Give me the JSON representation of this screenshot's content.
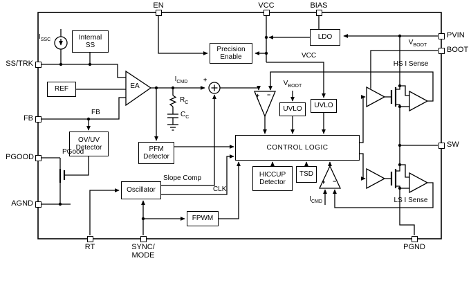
{
  "colors": {
    "line": "#000000",
    "background": "#ffffff"
  },
  "pins": {
    "en": "EN",
    "vcc": "VCC",
    "bias": "BIAS",
    "pvin": "PVIN",
    "boot": "BOOT",
    "sw": "SW",
    "pgnd": "PGND",
    "sync_line1": "SYNC/",
    "sync_line2": "MODE",
    "rt": "RT",
    "agnd": "AGND",
    "pgood": "PGOOD",
    "fb": "FB",
    "ss_trk": "SS/TRK"
  },
  "blocks": {
    "internal_ss": "Internal SS",
    "ref": "REF",
    "ea": "EA",
    "ov_uv": "OV/UV Detector",
    "pfm": "PFM Detector",
    "precision_enable": "Precision Enable",
    "ldo": "LDO",
    "uvlo_left": "UVLO",
    "uvlo_right": "UVLO",
    "control_logic": "CONTROL LOGIC",
    "hiccup": "HICCUP Detector",
    "tsd": "TSD",
    "oscillator": "Oscillator",
    "fpwm": "FPWM"
  },
  "nets": {
    "issc": {
      "main": "I",
      "sub": "SSC"
    },
    "icmd_top": {
      "main": "I",
      "sub": "CMD"
    },
    "icmd_bottom": {
      "main": "I",
      "sub": "CMD"
    },
    "rc": {
      "main": "R",
      "sub": "C"
    },
    "cc": {
      "main": "C",
      "sub": "C"
    },
    "vboot_uvlo": {
      "main": "V",
      "sub": "BOOT"
    },
    "vboot_boot": {
      "main": "V",
      "sub": "BOOT"
    },
    "vcc": "VCC",
    "fb": "FB",
    "pgood": "PGood",
    "slope_comp": "Slope Comp",
    "clk": "CLK",
    "hs_isense": "HS I Sense",
    "ls_isense": "LS I Sense"
  },
  "symbols": {
    "plus": "+",
    "minus": "−",
    "sum_plus": "+"
  }
}
